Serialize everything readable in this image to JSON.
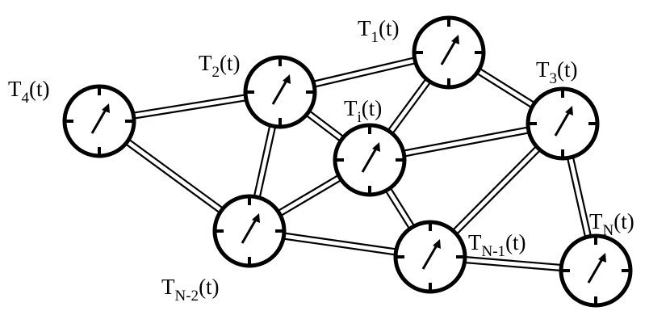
{
  "diagram": {
    "nodes": [
      {
        "id": "T1",
        "base": "T",
        "sub": "1",
        "suffix": "(t)"
      },
      {
        "id": "T2",
        "base": "T",
        "sub": "2",
        "suffix": "(t)"
      },
      {
        "id": "T3",
        "base": "T",
        "sub": "3",
        "suffix": "(t)"
      },
      {
        "id": "T4",
        "base": "T",
        "sub": "4",
        "suffix": "(t)"
      },
      {
        "id": "Ti",
        "base": "T",
        "sub": "i",
        "suffix": "(t)"
      },
      {
        "id": "TN",
        "base": "T",
        "sub": "N",
        "suffix": "(t)"
      },
      {
        "id": "TN1",
        "base": "T",
        "sub": "N-1",
        "suffix": "(t)"
      },
      {
        "id": "TN2",
        "base": "T",
        "sub": "N-2",
        "suffix": "(t)"
      }
    ],
    "edges": [
      [
        "T4",
        "T2"
      ],
      [
        "T4",
        "TN2"
      ],
      [
        "T2",
        "T1"
      ],
      [
        "T2",
        "Ti"
      ],
      [
        "T2",
        "TN2"
      ],
      [
        "T1",
        "Ti"
      ],
      [
        "T1",
        "T3"
      ],
      [
        "Ti",
        "T3"
      ],
      [
        "Ti",
        "TN2"
      ],
      [
        "Ti",
        "TN1"
      ],
      [
        "T3",
        "TN1"
      ],
      [
        "T3",
        "TN"
      ],
      [
        "TN2",
        "TN1"
      ],
      [
        "TN1",
        "TN"
      ]
    ],
    "node_icon": "clock-icon",
    "link_style": "double-line",
    "colors": {
      "stroke": "#000000",
      "fill": "#ffffff"
    }
  }
}
